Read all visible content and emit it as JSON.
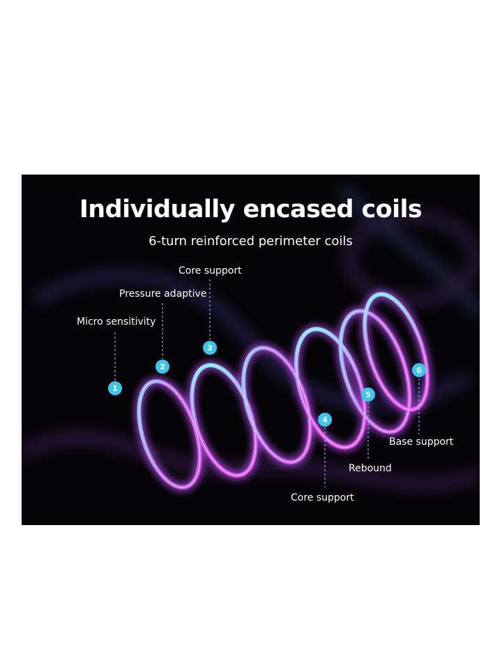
{
  "diagram": {
    "title": "Individually encased coils",
    "subtitle": "6-turn reinforced perimeter coils",
    "markers": [
      {
        "number": "1",
        "label": "Micro sensitivity"
      },
      {
        "number": "2",
        "label": "Pressure adaptive"
      },
      {
        "number": "3",
        "label": "Core support"
      },
      {
        "number": "4",
        "label": "Core support"
      },
      {
        "number": "5",
        "label": "Rebound"
      },
      {
        "number": "6",
        "label": "Base support"
      }
    ],
    "colors": {
      "background": "#050407",
      "coil_magenta": "#d84ff0",
      "coil_cyan": "#5ed8f4",
      "marker": "#3ec5ec",
      "text": "#ffffff"
    }
  }
}
